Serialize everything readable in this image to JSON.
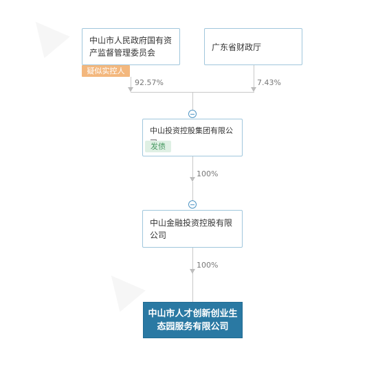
{
  "shareholders": [
    {
      "name_line1": "中山市人民政府国有资",
      "name_line2": "产监督管理委员会",
      "tag": "疑似实控人",
      "percent": "92.57%"
    },
    {
      "name": "广东省财政厅",
      "percent": "7.43%"
    }
  ],
  "middle_company": {
    "name": "中山投资控股集团有限公司",
    "tag": "发债",
    "percent": "100%"
  },
  "sub_company": {
    "name_line1": "中山金融投资控股有限",
    "name_line2": "公司",
    "percent": "100%"
  },
  "target_company": {
    "name_line1": "中山市人才创新创业生",
    "name_line2": "态园服务有限公司"
  },
  "colors": {
    "node_border": "#9fc6dc",
    "target_fill": "#2a79a3",
    "tag_orange": "#f3b77d",
    "tag_green": "#dff0e4",
    "connector": "#c8c8c8"
  }
}
